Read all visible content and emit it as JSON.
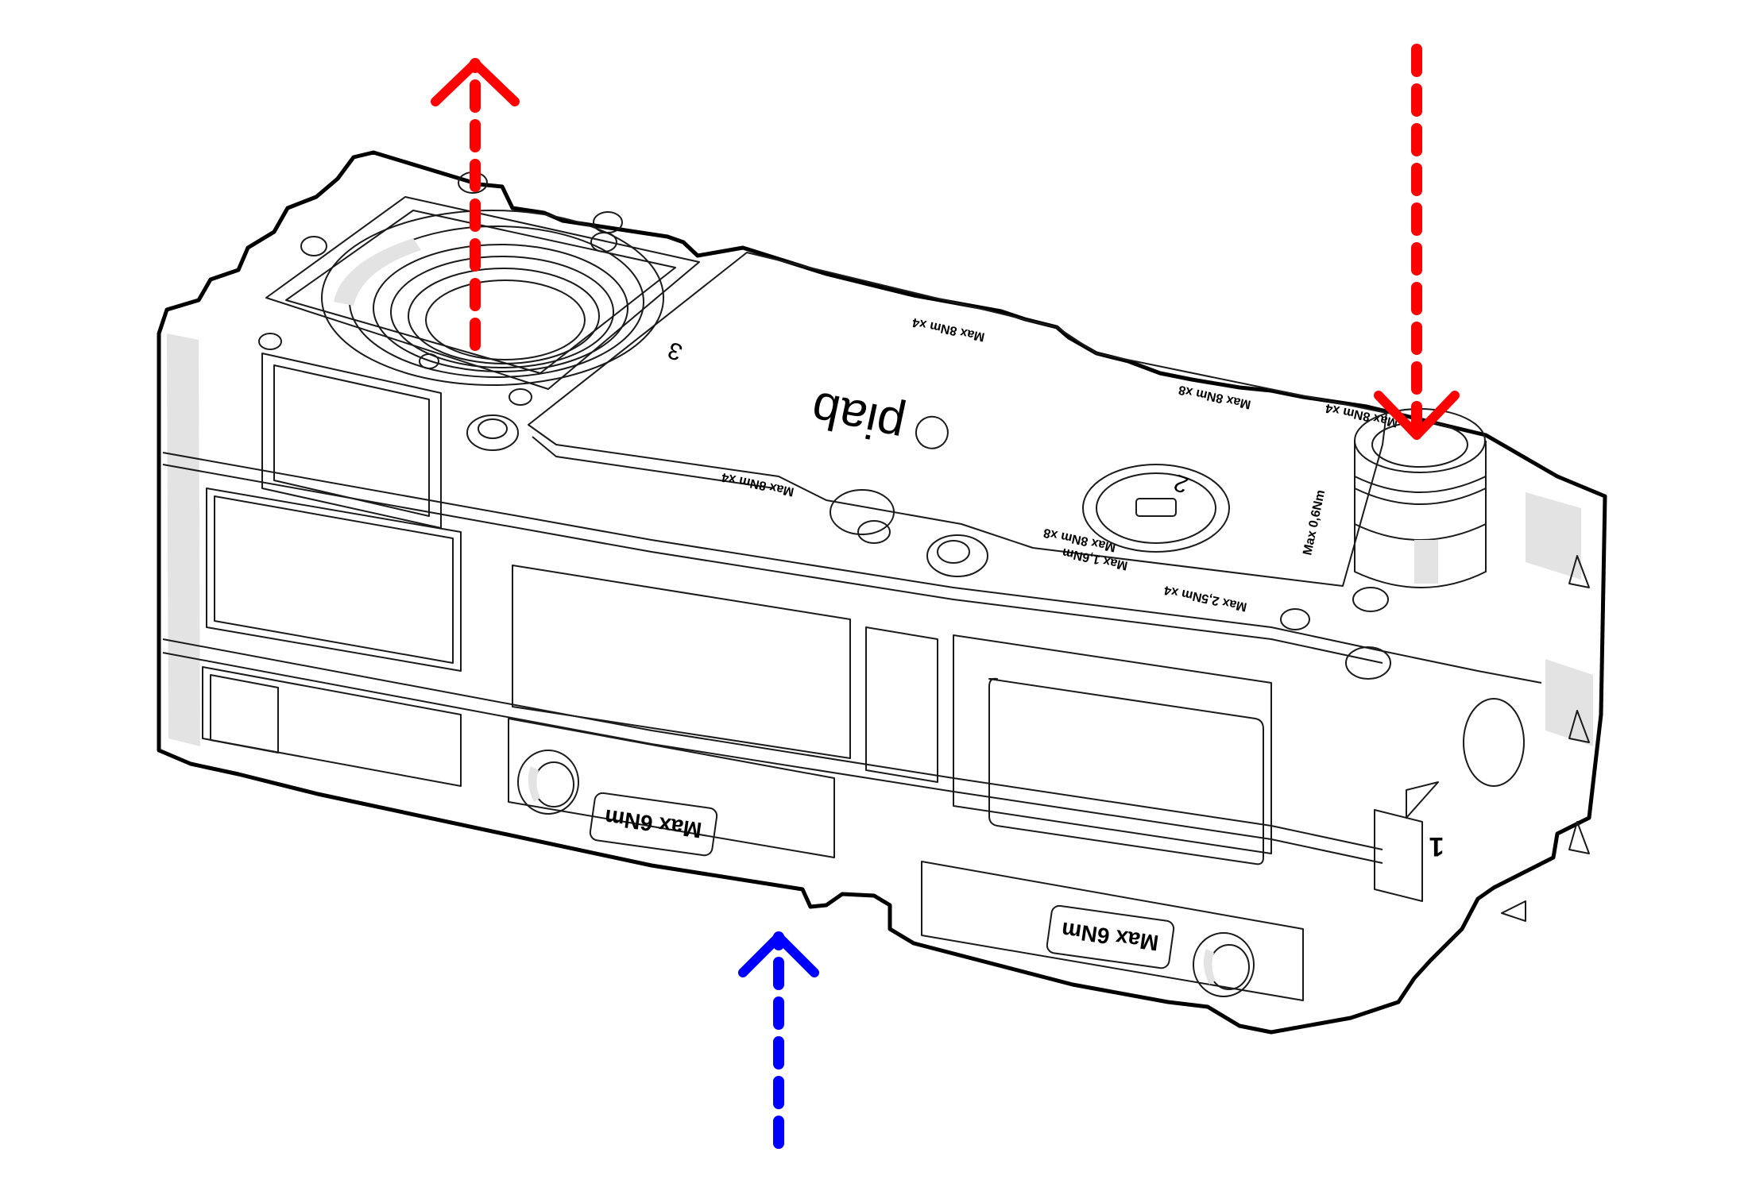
{
  "colors": {
    "outline": "#000000",
    "body_fill": "#ffffff",
    "shade": "#e3e3e3",
    "arrow_out": "#ff0000",
    "arrow_in": "#ff0000",
    "arrow_bottom": "#0000ff"
  },
  "icons": {
    "brand_logo": "piab-logo",
    "arrow_top_left": "dashed-arrow-up-icon",
    "arrow_top_right": "dashed-arrow-down-icon",
    "arrow_bottom": "dashed-arrow-up-icon"
  },
  "labels": {
    "brand": "piab",
    "port_3": "3",
    "port_2": "2",
    "port_1": "1",
    "torque_front_left": "Max 6Nm",
    "torque_front_right": "Max 6Nm",
    "torque_top_1": "Max 8Nm x4",
    "torque_top_2": "Max 8Nm x4",
    "torque_top_3": "Max 8Nm x8",
    "torque_top_4": "Max 1,6Nm",
    "torque_top_5": "Max 2,5Nm x4",
    "torque_top_6": "Max 8Nm x8",
    "torque_top_7": "Max 0,6Nm",
    "torque_top_8": "Max 8Nm x4"
  }
}
